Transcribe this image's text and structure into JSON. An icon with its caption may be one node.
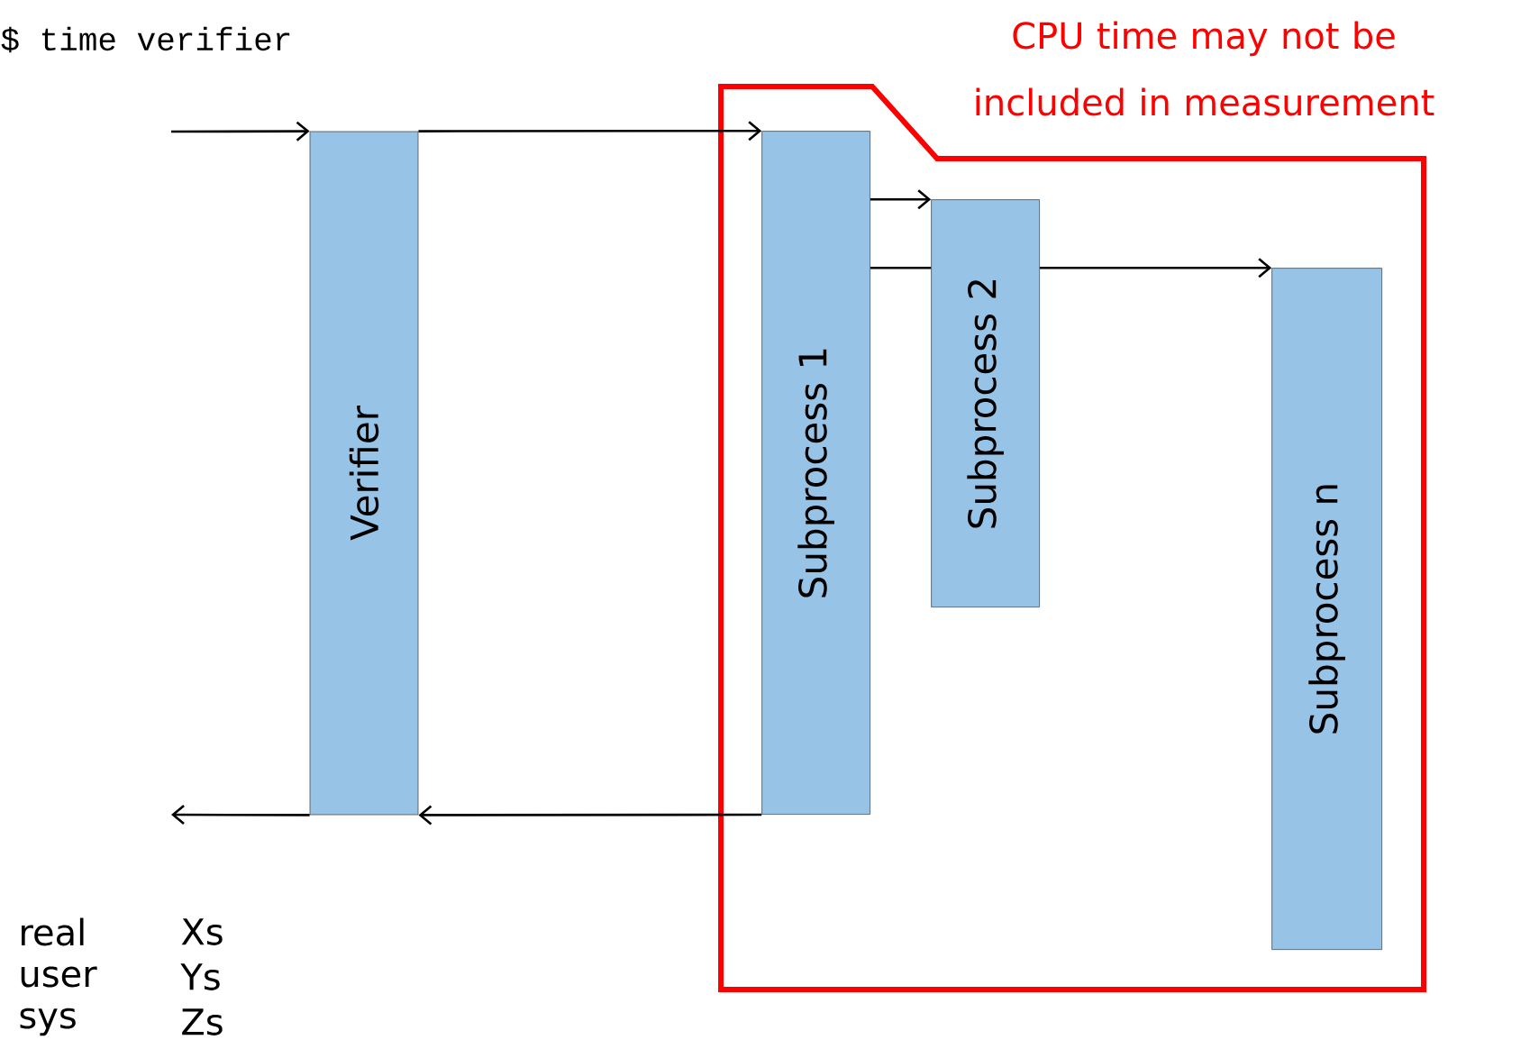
{
  "diagram": {
    "nodes": [
      {
        "text": [
          "Verifier"
        ]
      },
      {
        "text": [
          "CPU time may not be included in measurement"
        ]
      },
      {
        "text": [
          "Subprocess 1"
        ],
        "in": 1
      },
      {
        "text": [
          "Subprocess 2"
        ],
        "in": 1
      },
      {
        "text": [
          "Subprocess n"
        ],
        "in": 1
      }
    ],
    "edges": [
      {
        "from": null,
        "to": 0,
        "arrow": "to"
      },
      {
        "from": 0,
        "to": 2,
        "arrow": "to"
      },
      {
        "from": 2,
        "to": 3,
        "arrow": "to"
      },
      {
        "from": 2,
        "to": 3,
        "arrow": "none"
      },
      {
        "from": 3,
        "to": 4,
        "arrow": "to"
      },
      {
        "from": 2,
        "to": 0,
        "arrow": "to"
      },
      {
        "from": 0,
        "to": null,
        "arrow": "to"
      }
    ],
    "labels": [
      "$ time verifier",
      "real",
      "Xs",
      "user",
      "Ys",
      "sys",
      "Zs"
    ]
  }
}
